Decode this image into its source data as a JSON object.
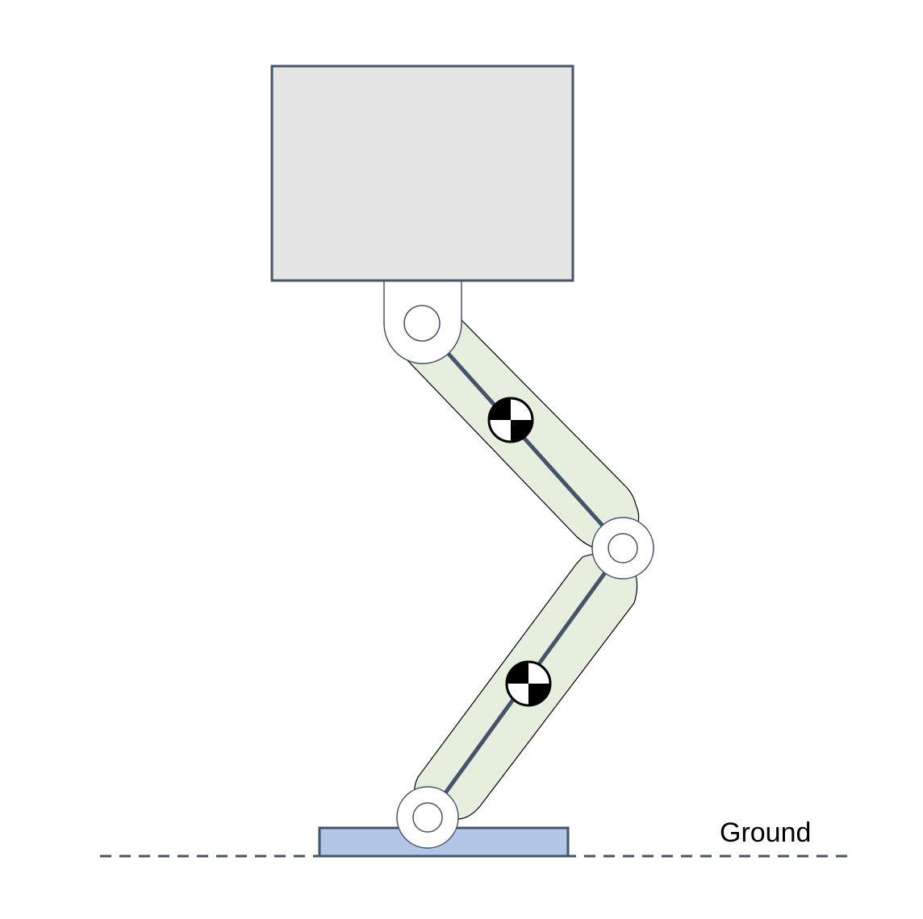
{
  "diagram": {
    "ground_label": "Ground"
  },
  "colors": {
    "outline": "#44546a",
    "body_fill": "#e5e5e5",
    "link_fill": "#e6eedd",
    "foot_fill": "#b4c6e7",
    "joint_fill": "#ffffff",
    "com_dark": "#000000",
    "background": "#ffffff"
  },
  "icons": {
    "joint": "revolute-joint-circle",
    "center_of_mass": "center-of-mass-marker"
  }
}
